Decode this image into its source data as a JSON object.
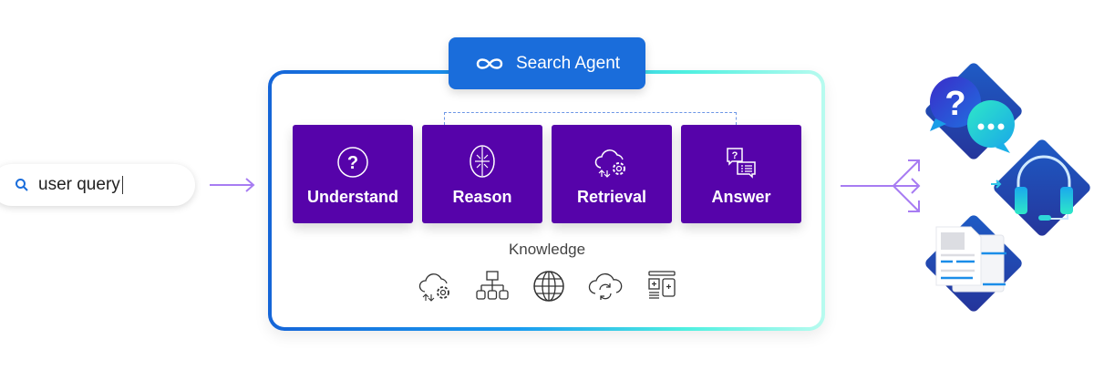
{
  "query": {
    "text": "user query",
    "icon": "search-icon"
  },
  "agent": {
    "label": "Search Agent",
    "icon": "infinity-icon"
  },
  "steps": [
    {
      "label": "Understand",
      "icon": "question-circle-icon"
    },
    {
      "label": "Reason",
      "icon": "brain-icon"
    },
    {
      "label": "Retrieval",
      "icon": "cloud-gear-icon"
    },
    {
      "label": "Answer",
      "icon": "chat-list-icon"
    }
  ],
  "knowledge": {
    "label": "Knowledge",
    "icons": [
      "cloud-gear-icon",
      "hierarchy-icon",
      "globe-icon",
      "cloud-sync-icon",
      "layout-add-icon"
    ]
  },
  "outputs": [
    "chat-question-icon",
    "headset-icon",
    "documents-icon"
  ],
  "colors": {
    "step": "#5603aa",
    "agent": "#1a6ddb",
    "arrow": "#a77cf2"
  }
}
